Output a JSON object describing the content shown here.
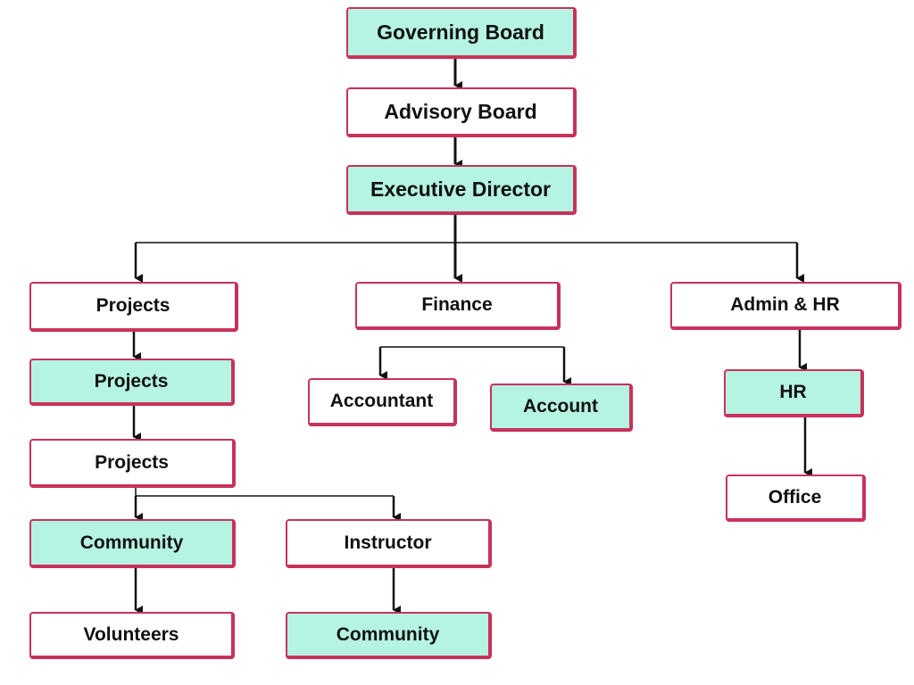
{
  "colors": {
    "fill_teal": "#b5f3e3",
    "fill_white": "#ffffff",
    "border": "#c8325a",
    "connector": "#111111"
  },
  "nodes": {
    "governing_board": "Governing Board",
    "advisory_board": "Advisory Board",
    "executive_director": "Executive Director",
    "projects": "Projects",
    "finance": "Finance",
    "admin_hr": "Admin & HR",
    "projects_2": "Projects",
    "projects_3": "Projects",
    "accountant": "Accountant",
    "account": "Account",
    "hr": "HR",
    "office": "Office",
    "community": "Community",
    "instructor": "Instructor",
    "volunteers": "Volunteers",
    "community_2": "Community"
  },
  "edges": [
    [
      "governing_board",
      "advisory_board"
    ],
    [
      "advisory_board",
      "executive_director"
    ],
    [
      "executive_director",
      "projects"
    ],
    [
      "executive_director",
      "finance"
    ],
    [
      "executive_director",
      "admin_hr"
    ],
    [
      "projects",
      "projects_2"
    ],
    [
      "projects_2",
      "projects_3"
    ],
    [
      "projects_3",
      "community"
    ],
    [
      "projects_3",
      "instructor"
    ],
    [
      "community",
      "volunteers"
    ],
    [
      "instructor",
      "community_2"
    ],
    [
      "finance",
      "accountant"
    ],
    [
      "finance",
      "account"
    ],
    [
      "admin_hr",
      "hr"
    ],
    [
      "hr",
      "office"
    ]
  ]
}
